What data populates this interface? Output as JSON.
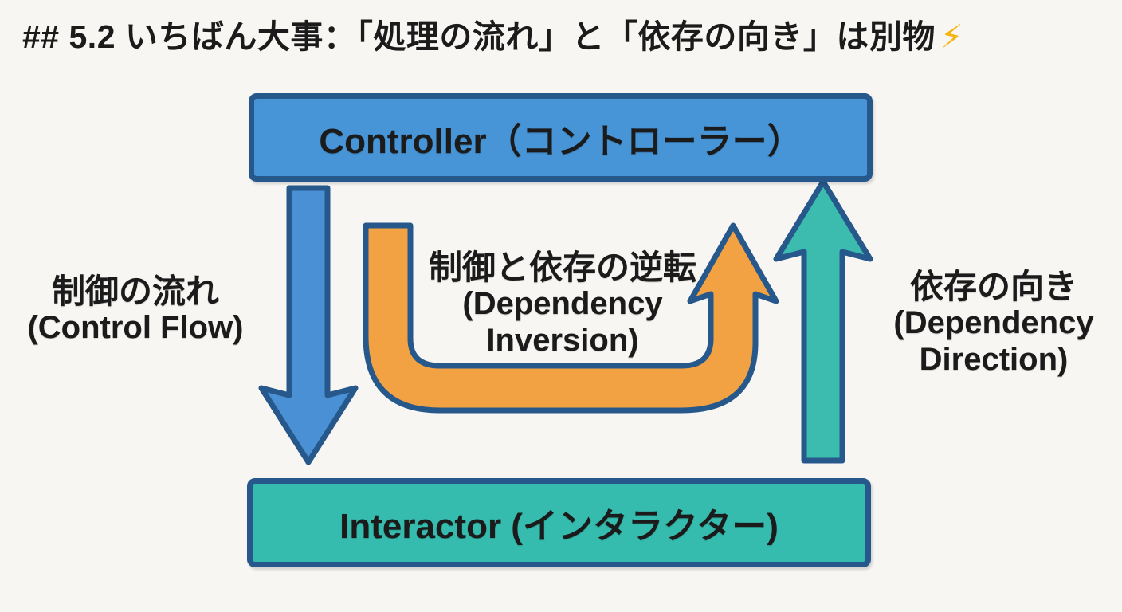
{
  "title": {
    "text": "## 5.2 いちばん大事：「処理の流れ」と「依存の向き」は別物",
    "emoji": "⚡"
  },
  "nodes": {
    "controller": {
      "label": "Controller（コントローラー）"
    },
    "interactor": {
      "label": "Interactor (インタラクター)"
    }
  },
  "edges": {
    "control_flow": {
      "label_ja": "制御の流れ",
      "label_en": "(Control Flow)",
      "direction": "down"
    },
    "dependency_inversion": {
      "label_ja": "制御と依存の逆転",
      "label_en_line1": "(Dependency",
      "label_en_line2": "Inversion)",
      "direction": "u-turn-up"
    },
    "dependency_direction": {
      "label_ja": "依存の向き",
      "label_en_line1": "(Dependency",
      "label_en_line2": "Direction)",
      "direction": "up"
    }
  },
  "colors": {
    "background": "#f8f6f3",
    "outline": "#26588c",
    "node-blue": "#4795d6",
    "node-teal": "#35bcae",
    "arrow-blue": "#4a90d4",
    "arrow-orange": "#f2a242",
    "arrow-teal": "#3bbcae",
    "text": "#1b1b1b",
    "emoji-yellow": "#f6b40e"
  }
}
